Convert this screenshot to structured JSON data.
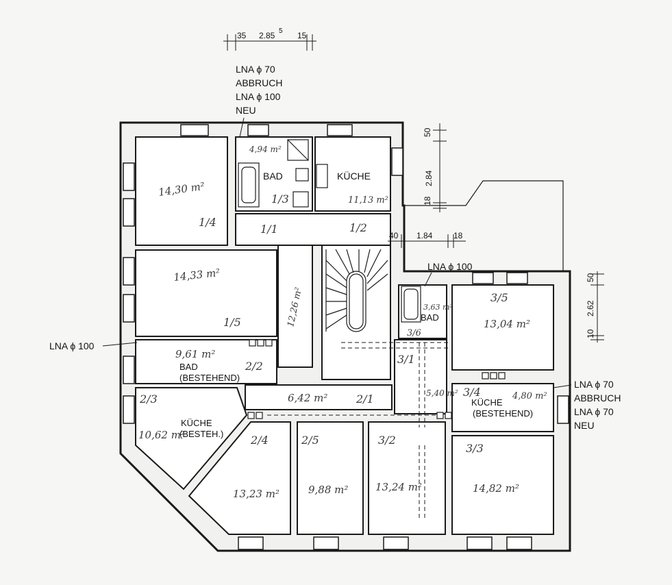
{
  "top_dimensions": {
    "a": "35",
    "b": "2.85",
    "b_sup": "5",
    "c": "15"
  },
  "right_dimensions_upper": {
    "a": "50",
    "b": "2.84",
    "c": "18"
  },
  "right_dimensions_mid": {
    "a": "40",
    "b": "1.84",
    "c": "18"
  },
  "right_dimensions_lower": {
    "a": "50",
    "b": "2.62",
    "c": "10"
  },
  "notes": {
    "top_l1": "LNA ϕ 70",
    "top_l2": "ABBRUCH",
    "top_l3": "LNA ϕ 100",
    "top_l4": "NEU",
    "left_lna": "LNA ϕ 100",
    "mid_lna": "LNA ϕ 100",
    "right_l1": "LNA ϕ 70",
    "right_l2": "ABBRUCH",
    "right_l3": "LNA ϕ 70",
    "right_l4": "NEU"
  },
  "rooms": {
    "bad_top": "BAD",
    "kueche_top": "KÜCHE",
    "bad_bestehend_1": "BAD",
    "bad_bestehend_2": "(BESTEHEND)",
    "kueche_besteh_1": "KÜCHE",
    "kueche_besteh_2": "(BESTEH.)",
    "kueche_bestehend_1": "KÜCHE",
    "kueche_bestehend_2": "(BESTEHEND)",
    "bad_right": "BAD"
  },
  "room_numbers": {
    "r13": "1/3",
    "r14": "1/4",
    "r11": "1/1",
    "r12": "1/2",
    "r15": "1/5",
    "r22": "2/2",
    "r23": "2/3",
    "r21": "2/1",
    "r24": "2/4",
    "r25": "2/5",
    "r35": "3/5",
    "r36": "3/6",
    "r31": "3/1",
    "r34": "3/4",
    "r32": "3/2",
    "r33": "3/3"
  },
  "areas": {
    "a_14": "14,30 m²",
    "a_bad": "4,94 m²",
    "a_kueche": "11,13 m²",
    "a_15": "14,33 m²",
    "a_flur1": "12,26 m²",
    "a_bad2": "9,61 m²",
    "a_flur2": "6,42 m²",
    "a_kueche2": "10,62 m²",
    "a_24": "13,23 m²",
    "a_25": "9,88 m²",
    "a_32": "13,24 m²",
    "a_33": "14,82 m²",
    "a_35": "13,04 m²",
    "a_bad3": "3,63 m²",
    "a_34": "5,40 m²",
    "a_kueche3": "4,80 m²"
  }
}
